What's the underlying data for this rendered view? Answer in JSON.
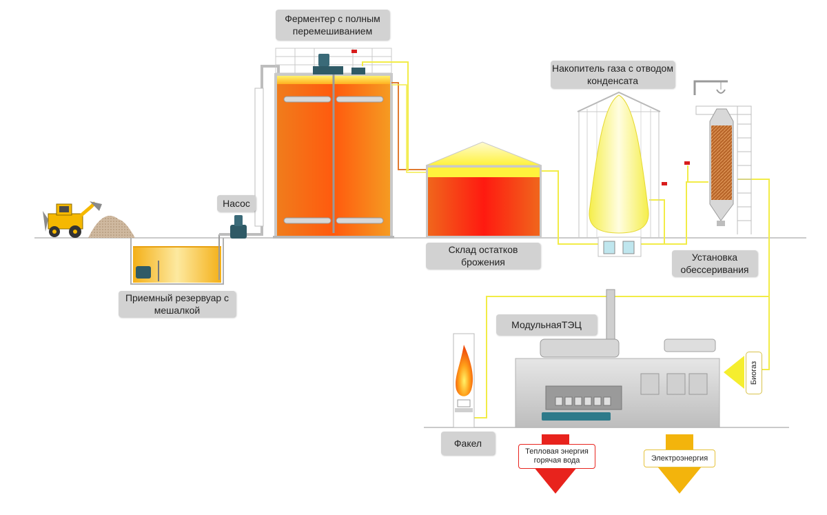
{
  "labels": {
    "fermenter": "Ферментер с полным перемешиванием",
    "gas_storage": "Накопитель газа с отводом конденсата",
    "pump": "Насос",
    "receiving_tank": "Приемный резервуар с мешалкой",
    "digestate_storage": "Склад остатков брожения",
    "desulfurization": "Установка обессеривания",
    "chp": "МодульнаяТЭЦ",
    "flare": "Факел",
    "heat": "Тепловая энергия горячая вода",
    "electricity": "Электроэнергия",
    "biogas": "Биогаз"
  },
  "colors": {
    "gas_line": "#f2ec46",
    "pipe": "#b8b8b8",
    "digestate_line": "#e07a30",
    "heat_arrow": "#e8231d",
    "power_arrow": "#f3b40c",
    "label_bg": "#d2d2d2"
  }
}
